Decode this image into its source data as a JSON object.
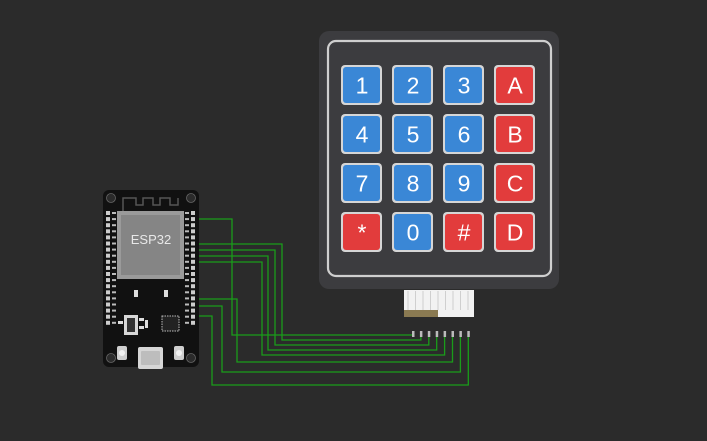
{
  "canvas": {
    "background": "#2b2b2b"
  },
  "esp32": {
    "label": "ESP32",
    "board_color": "#111111",
    "module_color": "#8a8a8a"
  },
  "keypad": {
    "frame_color": "#3c3c3f",
    "rows": [
      [
        {
          "label": "1",
          "color": "#3a87d6"
        },
        {
          "label": "2",
          "color": "#3a87d6"
        },
        {
          "label": "3",
          "color": "#3a87d6"
        },
        {
          "label": "A",
          "color": "#e23c3c"
        }
      ],
      [
        {
          "label": "4",
          "color": "#3a87d6"
        },
        {
          "label": "5",
          "color": "#3a87d6"
        },
        {
          "label": "6",
          "color": "#3a87d6"
        },
        {
          "label": "B",
          "color": "#e23c3c"
        }
      ],
      [
        {
          "label": "7",
          "color": "#3a87d6"
        },
        {
          "label": "8",
          "color": "#3a87d6"
        },
        {
          "label": "9",
          "color": "#3a87d6"
        },
        {
          "label": "C",
          "color": "#e23c3c"
        }
      ],
      [
        {
          "label": "*",
          "color": "#e23c3c"
        },
        {
          "label": "0",
          "color": "#3a87d6"
        },
        {
          "label": "#",
          "color": "#e23c3c"
        },
        {
          "label": "D",
          "color": "#e23c3c"
        }
      ]
    ],
    "connector_pins": 8
  },
  "wires": {
    "color": "#1a9c1a",
    "count": 8
  }
}
